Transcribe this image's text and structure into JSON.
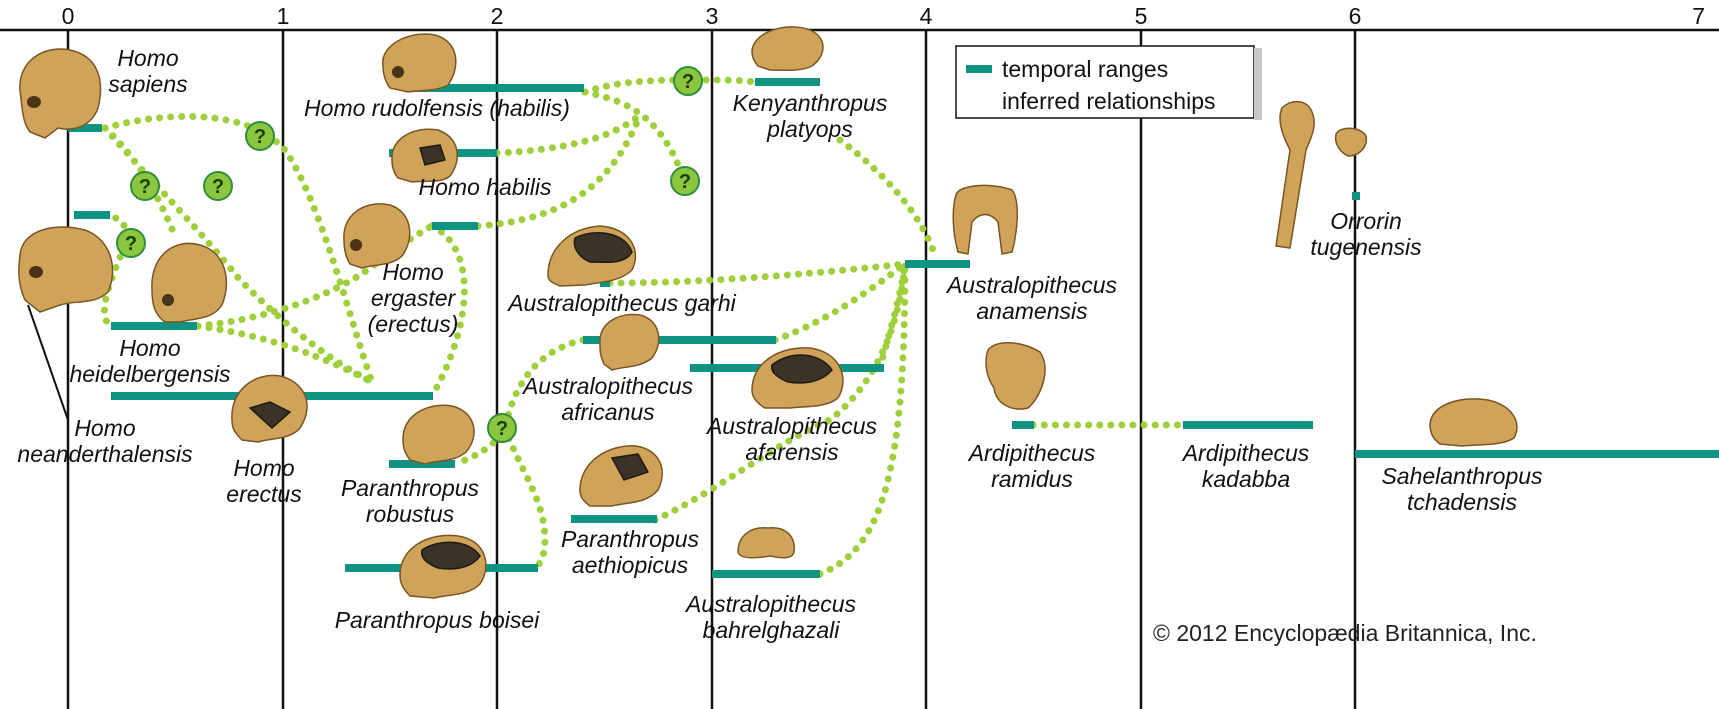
{
  "axis": {
    "ticks": [
      "0",
      "1",
      "2",
      "3",
      "4",
      "5",
      "6",
      "7"
    ]
  },
  "legend": {
    "ranges_label": "temporal ranges",
    "relations_label": "inferred relationships"
  },
  "question_mark": "?",
  "copyright": "© 2012 Encyclopædia Britannica, Inc.",
  "species": {
    "homo_sapiens": [
      "Homo",
      "sapiens"
    ],
    "homo_neanderthalensis": [
      "Homo",
      "neanderthalensis"
    ],
    "homo_heidelbergensis": [
      "Homo",
      "heidelbergensis"
    ],
    "homo_erectus": [
      "Homo",
      "erectus"
    ],
    "homo_rudolfensis": "Homo rudolfensis (habilis)",
    "homo_habilis": "Homo habilis",
    "homo_ergaster": [
      "Homo",
      "ergaster",
      "(erectus)"
    ],
    "kenyanthropus": [
      "Kenyanthropus",
      "platyops"
    ],
    "au_garhi": "Australopithecus garhi",
    "au_africanus": [
      "Australopithecus",
      "africanus"
    ],
    "au_afarensis": [
      "Australopithecus",
      "afarensis"
    ],
    "p_robustus": [
      "Paranthropus",
      "robustus"
    ],
    "p_aethiopicus": [
      "Paranthropus",
      "aethiopicus"
    ],
    "p_boisei": "Paranthropus boisei",
    "au_bahrelghazali": [
      "Australopithecus",
      "bahrelghazali"
    ],
    "au_anamensis": [
      "Australopithecus",
      "anamensis"
    ],
    "ar_ramidus": [
      "Ardipithecus",
      "ramidus"
    ],
    "ar_kadabba": [
      "Ardipithecus",
      "kadabba"
    ],
    "orrorin": [
      "Orrorin",
      "tugenensis"
    ],
    "sahelanthropus": [
      "Sahelanthropus",
      "tchadensis"
    ]
  },
  "colors": {
    "range_bar": "#0f9383",
    "relationship_dots": "#9fd03c",
    "question_badge": "#8cc63f",
    "fossil": "#cfa35a"
  }
}
